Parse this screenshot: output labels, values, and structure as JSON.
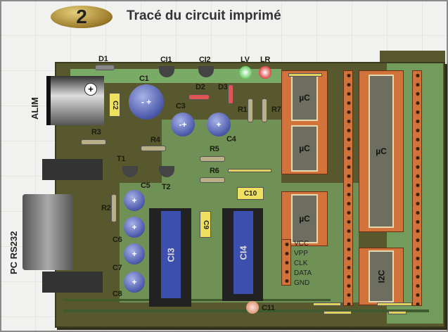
{
  "header": {
    "badge_number": "2",
    "title": "Tracé du circuit imprimé"
  },
  "connectors": {
    "power": "ALIM",
    "serial": "PC RS232"
  },
  "components": {
    "D1": "D1",
    "CI1": "CI1",
    "CI2": "CI2",
    "LV": "LV",
    "LR": "LR",
    "C1": "C1",
    "C2": "C2",
    "D2": "D2",
    "D3": "D3",
    "R1": "R1",
    "R7": "R7",
    "C3": "C3",
    "C4": "C4",
    "R3": "R3",
    "R4": "R4",
    "R5": "R5",
    "R6": "R6",
    "T1": "T1",
    "T2": "T2",
    "C5": "C5",
    "C6": "C6",
    "C7": "C7",
    "C8": "C8",
    "R2": "R2",
    "C9": "C9",
    "C10": "C10",
    "C11": "C11",
    "CI3": "CI3",
    "CI4": "CI4",
    "uC": "µC",
    "I2C": "I2C"
  },
  "prog_pins": [
    "VCC",
    "VPP",
    "CLK",
    "DATA",
    "GND"
  ],
  "symbols": {
    "plus": "+",
    "minus": "-"
  },
  "colors": {
    "board": "#58582e",
    "copper": "#7fb870",
    "socket": "#d2733c",
    "ic": "#3d4fae"
  }
}
